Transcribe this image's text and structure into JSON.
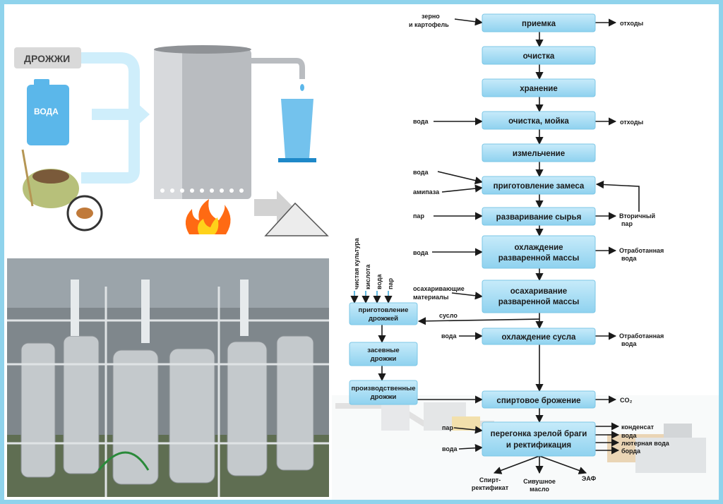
{
  "illustration": {
    "yeast_label": "ДРОЖЖИ",
    "water_label": "ВОДА"
  },
  "flowchart": {
    "steps": {
      "receiving": "приемка",
      "cleaning": "очистка",
      "storage": "хранение",
      "washing": "очистка, мойка",
      "grinding": "измельчение",
      "mash_prep": "приготовление замеса",
      "boiling": "разваривание сырья",
      "cooling_1": "охлаждение",
      "cooling_2": "разваренной массы",
      "sacch_1": "осахаривание",
      "sacch_2": "разваренной массы",
      "wort_cooling": "охлаждение сусла",
      "fermentation": "спиртовое брожение",
      "distill_1": "перегонка зрелой браги",
      "distill_2": "и ректификация",
      "yeast_prep_1": "приготовление",
      "yeast_prep_2": "дрожжей",
      "seed_yeast_1": "засевные",
      "seed_yeast_2": "дрожжи",
      "prod_yeast_1": "производственные",
      "prod_yeast_2": "дрожжи"
    },
    "inputs": {
      "grain_1": "зерно",
      "grain_2": "и картофель",
      "water_washing": "вода",
      "water_mash": "вода",
      "amylase": "амипаза",
      "steam_boil": "пар",
      "water_cooling": "вода",
      "sacch_materials_1": "осахаривающие",
      "sacch_materials_2": "материалы",
      "water_wort": "вода",
      "steam_distill": "пар",
      "water_distill": "вода",
      "pure_culture": "чистая культура",
      "acid": "кислота",
      "water_yeast": "вода",
      "steam_yeast": "пар",
      "wort": "сусло"
    },
    "outputs": {
      "waste_1": "отходы",
      "waste_2": "отходы",
      "secondary_steam_1": "Вторичный",
      "secondary_steam_2": "пар",
      "spent_water_a1": "Отработанная",
      "spent_water_a2": "вода",
      "spent_water_b1": "Отработанная",
      "spent_water_b2": "вода",
      "co2": "CO₂",
      "condensate": "конденсат",
      "water_out": "вода",
      "lutter_water": "лютерная вода",
      "vinasse": "борда",
      "rect_spirit_1": "Спирт-",
      "rect_spirit_2": "ректификат",
      "fusel_1": "Сивушное",
      "fusel_2": "масло",
      "eaf": "ЭАФ"
    }
  },
  "colors": {
    "frame": "#8fd3ec",
    "box_fill": "#a9def4",
    "box_stroke": "#7cc7e6",
    "arrow": "#1a1a1a",
    "light_blue": "#cfeefb"
  }
}
